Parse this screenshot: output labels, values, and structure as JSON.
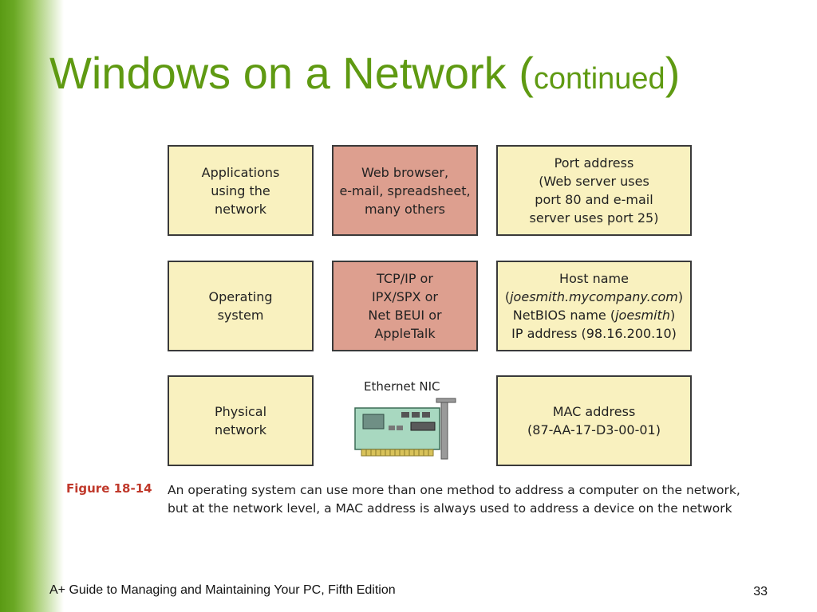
{
  "slide": {
    "title_main": "Windows on a Network (",
    "title_small": "continued",
    "title_close": ")"
  },
  "figure": {
    "rows": [
      {
        "left": {
          "lines": [
            "Applications",
            "using the",
            "network"
          ]
        },
        "middle": {
          "lines": [
            "Web browser,",
            "e-mail, spreadsheet,",
            "many others"
          ]
        },
        "right": {
          "lines": [
            "Port address",
            "(Web server uses",
            "port 80 and e-mail",
            "server uses port 25)"
          ]
        }
      },
      {
        "left": {
          "lines": [
            "Operating",
            "system"
          ]
        },
        "middle": {
          "lines": [
            "TCP/IP or",
            "IPX/SPX or",
            "Net BEUI or",
            "AppleTalk"
          ]
        },
        "right": {
          "hostname_prefix": "Host name",
          "hostname_open": "(",
          "hostname_value": "joesmith.mycompany.com",
          "hostname_close": ")",
          "netbios_prefix": "NetBIOS name (",
          "netbios_value": "joesmith",
          "netbios_close": ")",
          "ip_line": "IP address (98.16.200.10)"
        }
      },
      {
        "left": {
          "lines": [
            "Physical",
            "network"
          ]
        },
        "middle_label": "Ethernet NIC",
        "right": {
          "lines": [
            "MAC address",
            "(87-AA-17-D3-00-01)"
          ]
        }
      }
    ],
    "label": "Figure 18-14",
    "caption": "An operating system can use more than one method to address a computer on the network, but at the network level, a MAC address is always used to address a device on the network"
  },
  "footer": {
    "text": "A+ Guide to Managing and Maintaining Your PC, Fifth Edition",
    "page_number": "33"
  },
  "colors": {
    "title": "#5f9a12",
    "yellow_box": "#f9f1bf",
    "pink_box": "#dd9f8f",
    "figure_label": "#c0392b"
  }
}
